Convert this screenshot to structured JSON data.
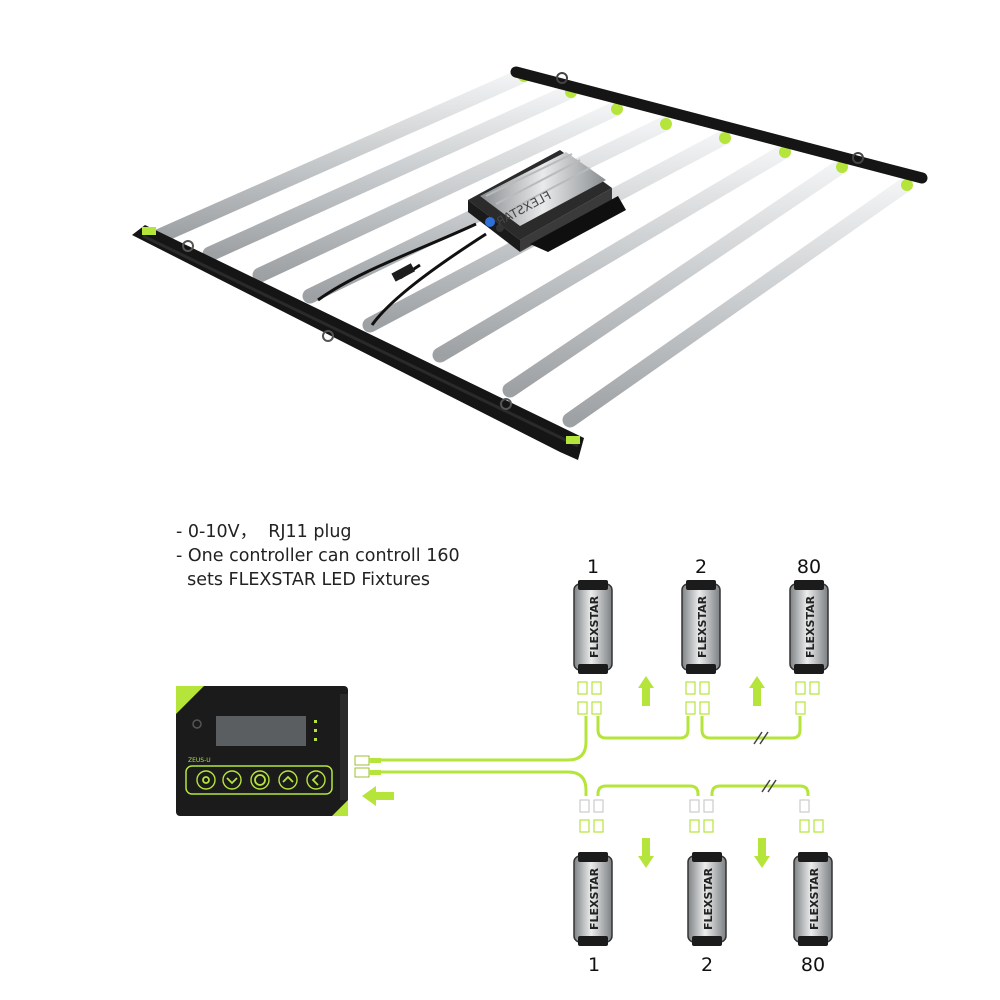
{
  "notes": {
    "line1": "- 0-10V，  RJ11 plug",
    "line2": "- One controller can controll 160",
    "line3": "  sets FLEXSTAR LED Fixtures"
  },
  "fixture": {
    "brand": "FLEXSTAR"
  },
  "chain_top": {
    "labels": [
      "1",
      "2",
      "80"
    ]
  },
  "chain_bottom": {
    "labels": [
      "1",
      "2",
      "80"
    ]
  },
  "controller": {
    "model_label": "ZEUS-U"
  },
  "colors": {
    "accent": "#b5e43b",
    "frame": "#151515",
    "bar": "#cfd2d4",
    "controller_body": "#1b1b1b"
  }
}
